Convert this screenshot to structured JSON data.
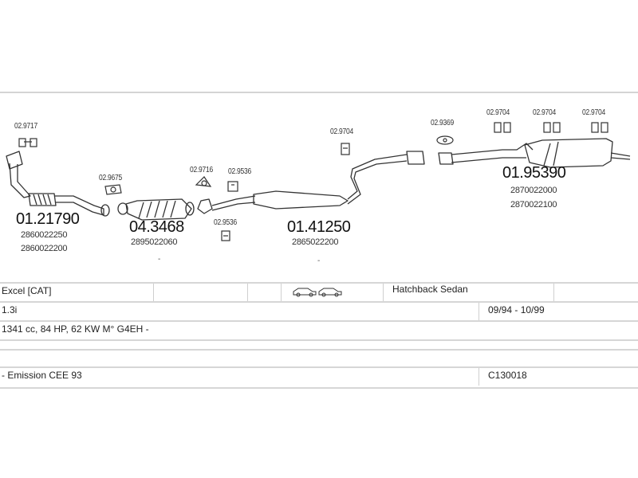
{
  "parts": {
    "p1": {
      "number": "01.21790",
      "codes": [
        "2860022250",
        "2860022200"
      ]
    },
    "p2": {
      "number": "04.3468",
      "codes": [
        "2895022060"
      ]
    },
    "p3": {
      "number": "01.41250",
      "codes": [
        "2865022200"
      ]
    },
    "p4": {
      "number": "01.95390",
      "codes": [
        "2870022000",
        "2870022100"
      ]
    }
  },
  "accessories": {
    "a1": "02.9717",
    "a2": "02.9675",
    "a3": "02.9716",
    "a4": "02.9536",
    "a5": "02.9536",
    "a6": "02.9704",
    "a7": "02.9369",
    "a8": "02.9704",
    "a9": "02.9704",
    "a10": "02.9704"
  },
  "marks": {
    "dash": "-"
  },
  "table": {
    "model": "Excel  [CAT]",
    "body": "Hatchback Sedan",
    "engine": "1.3i",
    "years": "09/94 - 10/99",
    "spec": "1341 cc, 84 HP, 62 KW M° G4EH -",
    "emission": "- Emission CEE 93",
    "ref": "C130018"
  },
  "colors": {
    "line": "#333333",
    "rule": "#d6d6d6"
  }
}
